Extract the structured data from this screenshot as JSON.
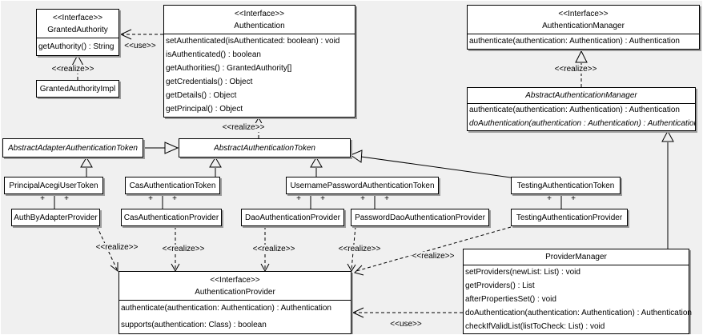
{
  "labels": {
    "realize": "<<realize>>",
    "use": "<<use>>",
    "plus": "+"
  },
  "classes": {
    "granted_authority": {
      "stereotype": "<<Interface>>",
      "name": "GrantedAuthority",
      "methods": [
        "getAuthority() : String"
      ]
    },
    "granted_authority_impl": {
      "name": "GrantedAuthorityImpl"
    },
    "authentication": {
      "stereotype": "<<Interface>>",
      "name": "Authentication",
      "methods": [
        "setAuthenticated(isAuthenticated: boolean) : void",
        "isAuthenticated() : boolean",
        "getAuthorities() : GrantedAuthority[]",
        "getCredentials() : Object",
        "getDetails() : Object",
        "getPrincipal() : Object"
      ]
    },
    "authentication_manager": {
      "stereotype": "<<Interface>>",
      "name": "AuthenticationManager",
      "methods": [
        "authenticate(authentication: Authentication) : Authentication"
      ]
    },
    "abstract_authentication_manager": {
      "name": "AbstractAuthenticationManager",
      "methods": [
        "authenticate(authentication: Authentication) : Authentication",
        "doAuthentication(authentication : Authentication) : Authentication"
      ]
    },
    "abstract_adapter_authentication_token": {
      "name": "AbstractAdapterAuthenticationToken"
    },
    "abstract_authentication_token": {
      "name": "AbstractAuthenticationToken"
    },
    "principal_acegi_user_token": {
      "name": "PrincipalAcegiUserToken"
    },
    "cas_authentication_token": {
      "name": "CasAuthenticationToken"
    },
    "username_password_authentication_token": {
      "name": "UsernamePasswordAuthenticationToken"
    },
    "testing_authentication_token": {
      "name": "TestingAuthenticationToken"
    },
    "auth_by_adapter_provider": {
      "name": "AuthByAdapterProvider"
    },
    "cas_authentication_provider": {
      "name": "CasAuthenticationProvider"
    },
    "dao_authentication_provider": {
      "name": "DaoAuthenticationProvider"
    },
    "password_dao_authentication_provider": {
      "name": "PasswordDaoAuthenticationProvider"
    },
    "testing_authentication_provider": {
      "name": "TestingAuthenticationProvider"
    },
    "authentication_provider": {
      "stereotype": "<<Interface>>",
      "name": "AuthenticationProvider",
      "methods": [
        "authenticate(authentication: Authentication) : Authentication",
        "supports(authentication: Class) : boolean"
      ]
    },
    "provider_manager": {
      "name": "ProviderManager",
      "methods": [
        "setProviders(newList: List) : void",
        "getProviders() : List",
        "afterPropertiesSet() : void",
        "doAuthentication(authentication: Authentication) : Authentication",
        "checkIfValidList(listToCheck: List) : void"
      ]
    }
  },
  "colors": {
    "background": "#f0f0f0",
    "box_fill": "#ffffff",
    "line": "#000000",
    "shadow": "#9c9c9c"
  }
}
